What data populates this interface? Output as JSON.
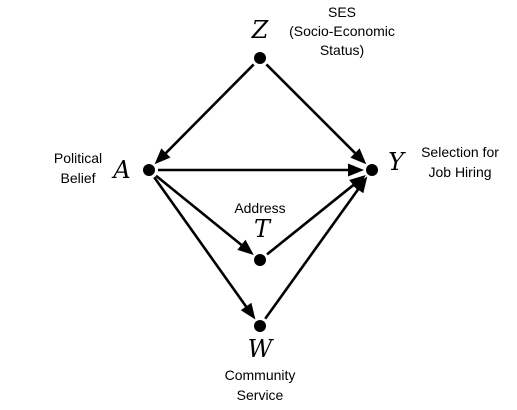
{
  "diagram": {
    "nodes": {
      "Z": {
        "letter": "Z",
        "label_lines": [
          "SES",
          "(Socio-Economic",
          "Status)"
        ]
      },
      "A": {
        "letter": "A",
        "label_lines": [
          "Political",
          "Belief"
        ]
      },
      "Y": {
        "letter": "Y",
        "label_lines": [
          "Selection for",
          "Job Hiring"
        ]
      },
      "T": {
        "letter": "T",
        "label_lines": [
          "Address"
        ]
      },
      "W": {
        "letter": "W",
        "label_lines": [
          "Community",
          "Service"
        ]
      }
    },
    "edges": [
      {
        "from": "Z",
        "to": "A"
      },
      {
        "from": "Z",
        "to": "Y"
      },
      {
        "from": "A",
        "to": "Y"
      },
      {
        "from": "A",
        "to": "T"
      },
      {
        "from": "A",
        "to": "W"
      },
      {
        "from": "T",
        "to": "Y"
      },
      {
        "from": "W",
        "to": "Y"
      }
    ],
    "colors": {
      "ink": "#000000",
      "background": "#ffffff"
    }
  }
}
